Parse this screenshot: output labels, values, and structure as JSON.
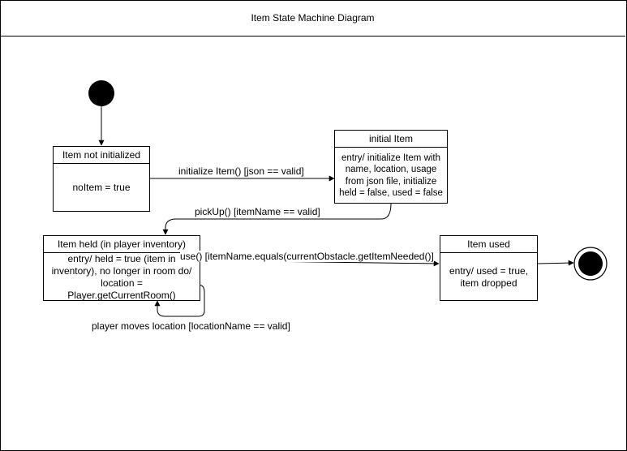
{
  "diagram": {
    "title": "Item State Machine Diagram",
    "states": {
      "not_initialized": {
        "name": "Item not initialized",
        "body": "noItem = true"
      },
      "initial": {
        "name": "initial Item",
        "body": "entry/ initialize Item with name, location, usage from json file, initialize held = false, used = false"
      },
      "held": {
        "name": "Item held (in player inventory)",
        "body": "entry/ held = true (item in inventory), no longer in room do/ location = Player.getCurrentRoom()"
      },
      "used": {
        "name": "Item used",
        "body": "entry/ used = true, item dropped"
      }
    },
    "transitions": {
      "initialize": "initialize Item() [json == valid]",
      "pickup": "pickUp() [itemName == valid]",
      "use": "use() [itemName.equals(currentObstacle.getItemNeeded()]",
      "moves": "player moves location [locationName == valid]"
    }
  }
}
